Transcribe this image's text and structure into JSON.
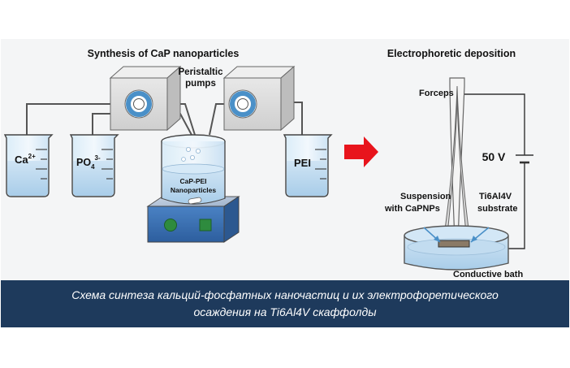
{
  "labels": {
    "synthesis_title": "Synthesis of CaP nanoparticles",
    "peristaltic_line1": "Peristaltic",
    "peristaltic_line2": "pumps",
    "beaker_ca": "Ca",
    "beaker_ca_sup": "2+",
    "beaker_po": "PO",
    "beaker_po_sub": "4",
    "beaker_po_sup": "3-",
    "beaker_pei": "PEI",
    "reactor_line1": "CaP-PEI",
    "reactor_line2": "Nanoparticles",
    "epd_title": "Electrophoretic deposition",
    "forceps": "Forceps",
    "voltage": "50 V",
    "suspension_line1": "Suspension",
    "suspension_line2": "with CaPNPs",
    "substrate_line1": "Ti6Al4V",
    "substrate_line2": "substrate",
    "bath": "Conductive bath"
  },
  "caption": {
    "line1": "Схема синтеза кальций-фосфатных наночастиц и их электрофоретического",
    "line2": "осаждения на Ti6Al4V скаффолды"
  },
  "colors": {
    "caption_bg": "#1e3a5c",
    "arrow": "#e8141c",
    "liquid": "#bcd8ee",
    "pump_ring": "#4a90c8",
    "stirrer_body": "#3a6fb0",
    "stirrer_knob": "#2e8b3e"
  }
}
